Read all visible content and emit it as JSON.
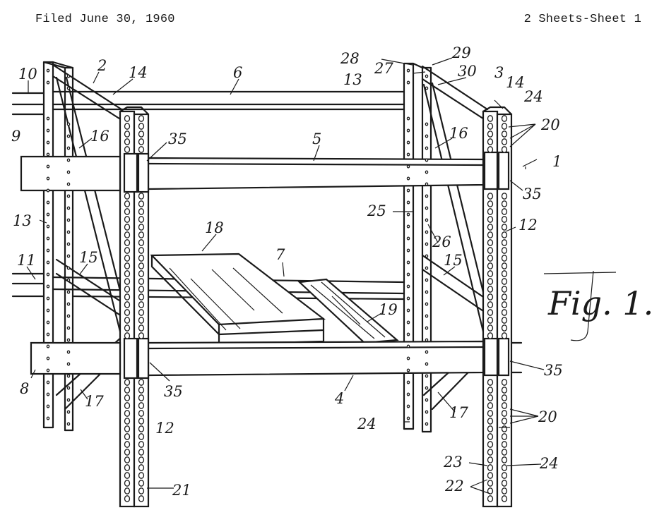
{
  "header": {
    "filed": "Filed June 30, 1960",
    "sheets": "2 Sheets-Sheet 1"
  },
  "figure": {
    "label": "Fig. 1."
  },
  "references": [
    {
      "id": "ref-10",
      "text": "10"
    },
    {
      "id": "ref-2",
      "text": "2"
    },
    {
      "id": "ref-14a",
      "text": "14"
    },
    {
      "id": "ref-6",
      "text": "6"
    },
    {
      "id": "ref-28",
      "text": "28"
    },
    {
      "id": "ref-29",
      "text": "29"
    },
    {
      "id": "ref-27",
      "text": "27"
    },
    {
      "id": "ref-30",
      "text": "30"
    },
    {
      "id": "ref-13a",
      "text": "13"
    },
    {
      "id": "ref-3",
      "text": "3"
    },
    {
      "id": "ref-14b",
      "text": "14"
    },
    {
      "id": "ref-24a",
      "text": "24"
    },
    {
      "id": "ref-20a",
      "text": "20"
    },
    {
      "id": "ref-16a",
      "text": "16"
    },
    {
      "id": "ref-9",
      "text": "9"
    },
    {
      "id": "ref-35a",
      "text": "35"
    },
    {
      "id": "ref-5",
      "text": "5"
    },
    {
      "id": "ref-16b",
      "text": "16"
    },
    {
      "id": "ref-1",
      "text": "1"
    },
    {
      "id": "ref-35b",
      "text": "35"
    },
    {
      "id": "ref-25",
      "text": "25"
    },
    {
      "id": "ref-13b",
      "text": "13"
    },
    {
      "id": "ref-18",
      "text": "18"
    },
    {
      "id": "ref-12a",
      "text": "12"
    },
    {
      "id": "ref-26",
      "text": "26"
    },
    {
      "id": "ref-7",
      "text": "7"
    },
    {
      "id": "ref-11",
      "text": "11"
    },
    {
      "id": "ref-15a",
      "text": "15"
    },
    {
      "id": "ref-15b",
      "text": "15"
    },
    {
      "id": "ref-19",
      "text": "19"
    },
    {
      "id": "ref-35c",
      "text": "35"
    },
    {
      "id": "ref-8",
      "text": "8"
    },
    {
      "id": "ref-17a",
      "text": "17"
    },
    {
      "id": "ref-35d",
      "text": "35"
    },
    {
      "id": "ref-4",
      "text": "4"
    },
    {
      "id": "ref-24b",
      "text": "24"
    },
    {
      "id": "ref-17b",
      "text": "17"
    },
    {
      "id": "ref-20b",
      "text": "20"
    },
    {
      "id": "ref-12b",
      "text": "12"
    },
    {
      "id": "ref-23",
      "text": "23"
    },
    {
      "id": "ref-24c",
      "text": "24"
    },
    {
      "id": "ref-22",
      "text": "22"
    },
    {
      "id": "ref-21",
      "text": "21"
    }
  ]
}
